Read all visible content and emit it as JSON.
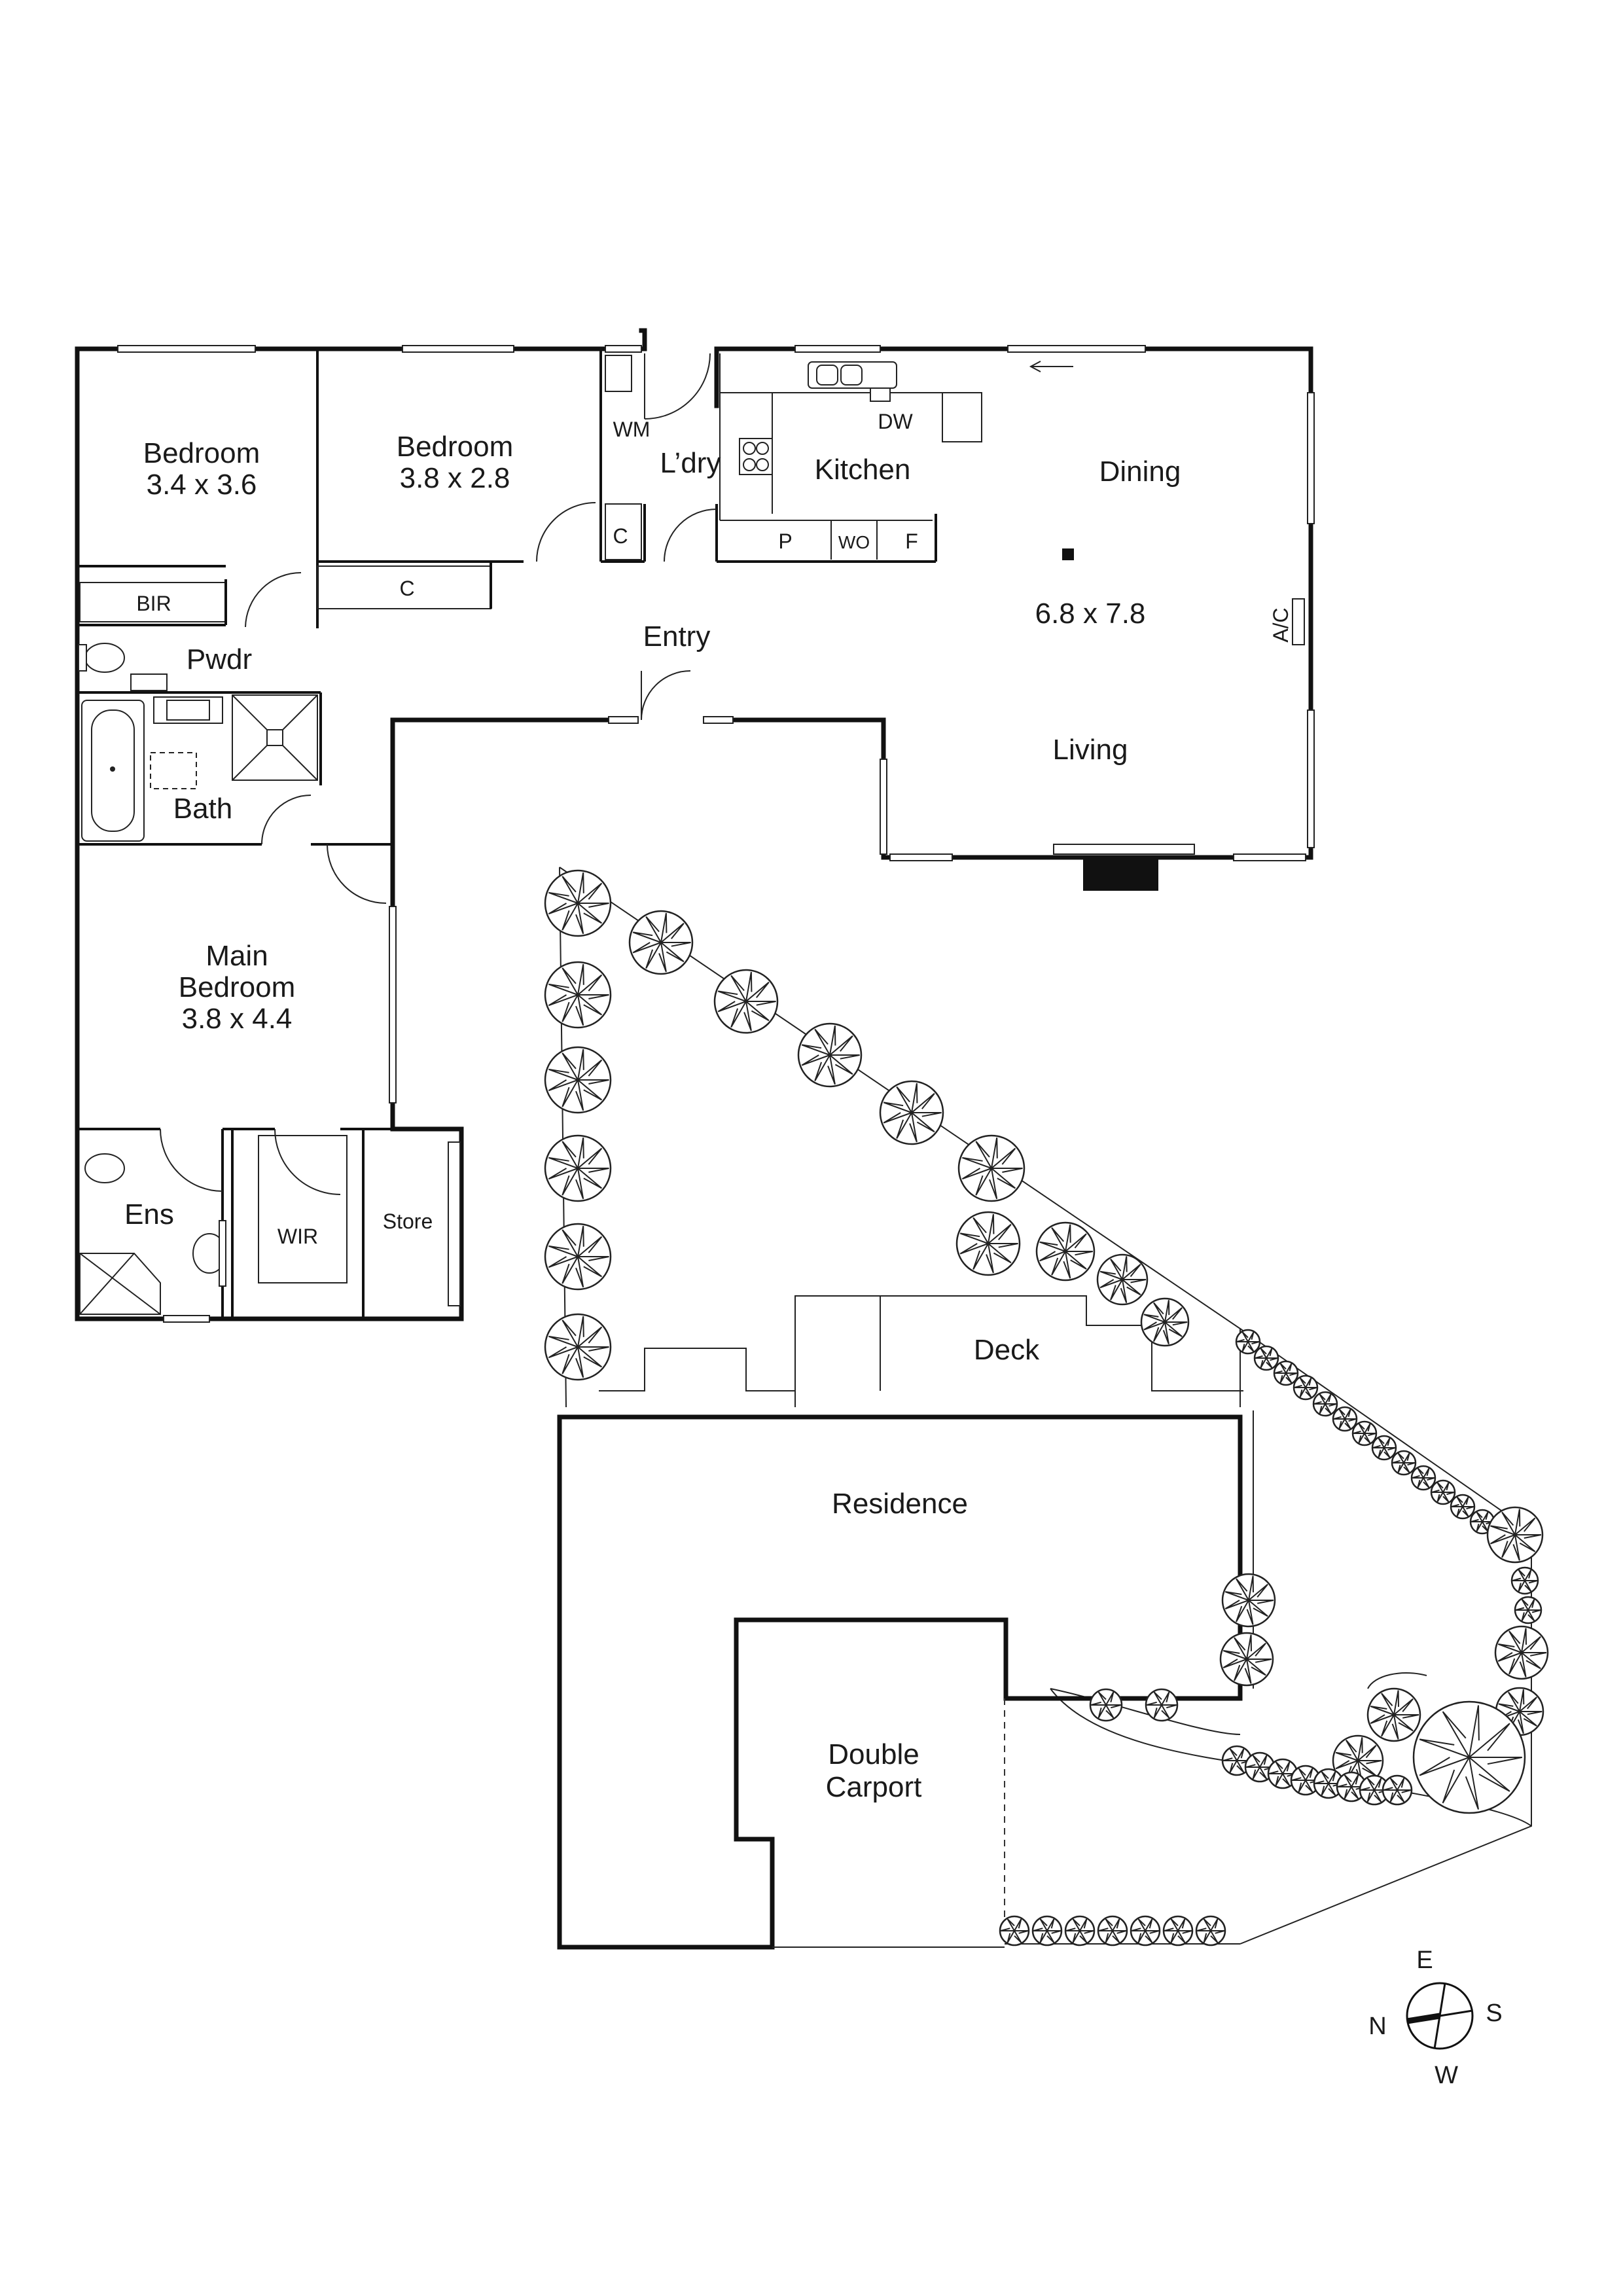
{
  "rooms": {
    "bedroom1": {
      "name": "Bedroom",
      "size": "3.4 x 3.6"
    },
    "bedroom2": {
      "name": "Bedroom",
      "size": "3.8 x 2.8"
    },
    "laundry": "L’dry",
    "wm": "WM",
    "kitchen": "Kitchen",
    "dw": "DW",
    "dining": "Dining",
    "living_size": "6.8 x 7.8",
    "living": "Living",
    "ac": "A/C",
    "entry": "Entry",
    "pwdr": "Pwdr",
    "bir": "BIR",
    "bath": "Bath",
    "c1": "C",
    "c2": "C",
    "p": "P",
    "wo": "WO",
    "f": "F",
    "main_bedroom": {
      "line1": "Main",
      "line2": "Bedroom",
      "size": "3.8 x 4.4"
    },
    "ens": "Ens",
    "wir": "WIR",
    "store": "Store"
  },
  "site": {
    "deck": "Deck",
    "residence": "Residence",
    "carport_line1": "Double",
    "carport_line2": "Carport"
  },
  "compass": {
    "north": "N",
    "east": "E",
    "south": "S",
    "west": "W"
  }
}
